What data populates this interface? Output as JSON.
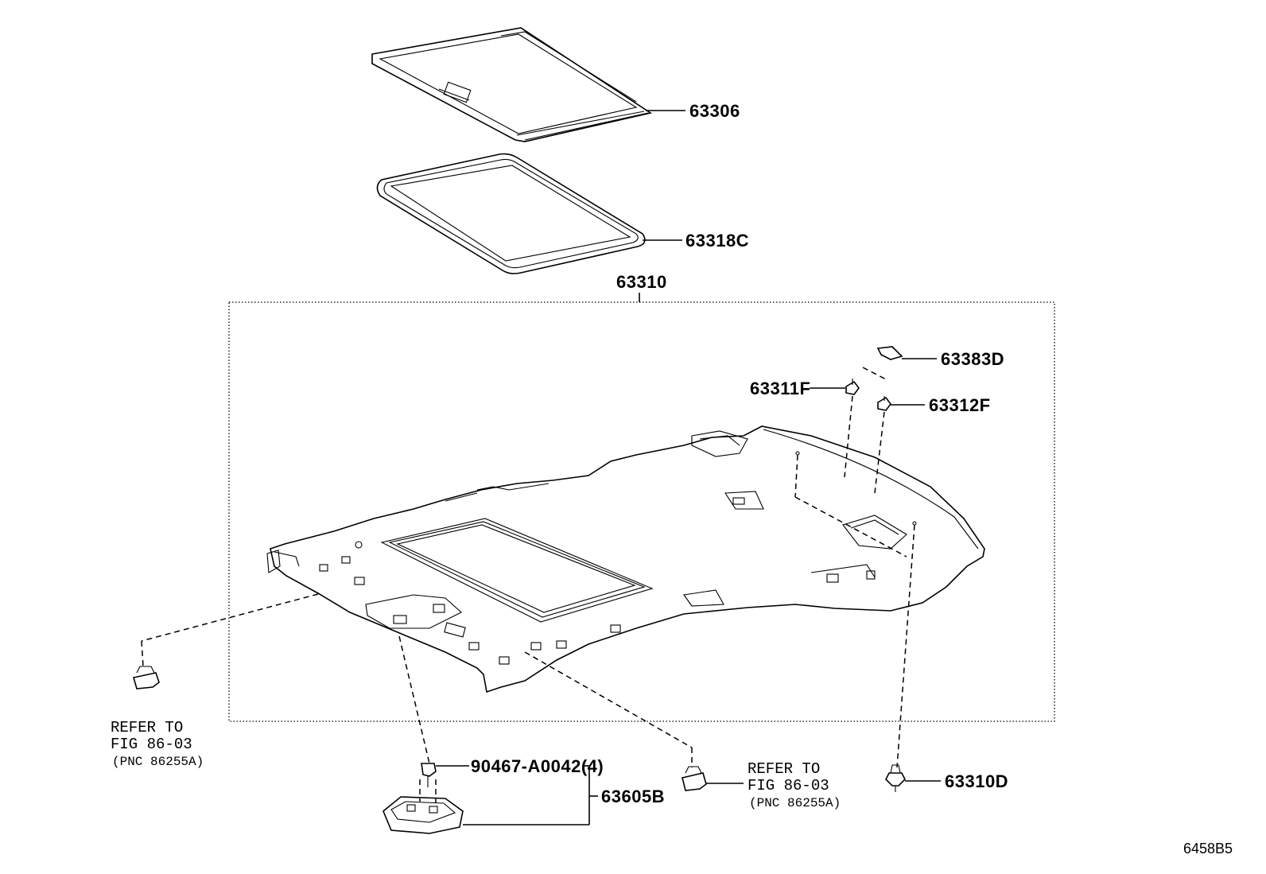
{
  "figure_id": "6458B5",
  "parts": {
    "sunshade": "63306",
    "sunroof_weatherstrip": "63318C",
    "headliner_assy": "63310",
    "bracket_63383D": "63383D",
    "clip_63311F": "63311F",
    "clip_63312F": "63312F",
    "clip_63310D": "63310D",
    "screw_90467": "90467-A0042(4)",
    "map_lamp": "63605B"
  },
  "references": [
    {
      "line1": "REFER TO",
      "line2": "FIG 86-03",
      "line3": "(PNC 86255A)"
    },
    {
      "line1": "REFER TO",
      "line2": "FIG 86-03",
      "line3": "(PNC 86255A)"
    }
  ]
}
